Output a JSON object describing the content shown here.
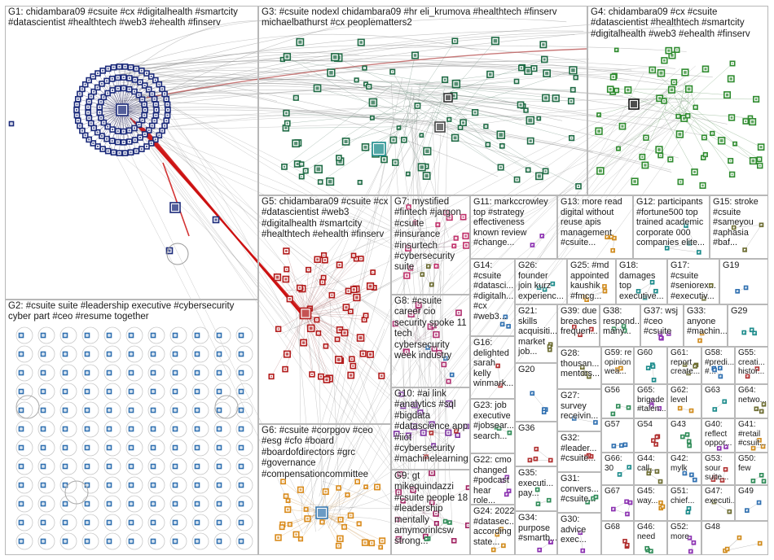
{
  "diagram_title": "",
  "groups": [
    {
      "id": "G1",
      "label": "G1: chidambara09 #csuite #cx #digitalhealth #smartcity\n#datascientist #healthtech #web3 #ehealth #finserv"
    },
    {
      "id": "G2",
      "label": "G2: #csuite suite #leadership executive #cybersecurity\ncyber part #ceo #resume together"
    },
    {
      "id": "G3",
      "label": "G3: #csuite nodexl chidambara09 #hr eli_krumova #healthtech #finserv\nmichaelbathurst #cx peoplematters2"
    },
    {
      "id": "G4",
      "label": "G4: chidambara09 #cx #csuite\n#datascientist #healthtech #smartcity\n#digitalhealth #web3 #ehealth #finserv"
    },
    {
      "id": "G5",
      "label": "G5: chidambara09 #csuite #cx\n#datascientist #web3\n#digitalhealth #smartcity\n#healthtech #ehealth #finserv"
    },
    {
      "id": "G6",
      "label": "G6: #csuite #corpgov #ceo\n#esg #cfo #board\n#boardofdirectors #grc\n#governance\n#compensationcommittee"
    },
    {
      "id": "G7",
      "label": "G7: mystified\n#fintech #jargon\n#csuite\n#insurance\n#insurtech\n#cybersecurity\nsuite"
    },
    {
      "id": "G8",
      "label": "G8: #csuite\ncareer cio\nsecurity spoke 11\ntech\ncybersecurity\nweek industry"
    },
    {
      "id": "G9",
      "label": "G9: gt\nmikequindazzi\n#csuite people 18\n#leadership\nmentally\namymorinlcsw\nstrong..."
    },
    {
      "id": "G10",
      "label": "G10: #ai link\n#analytics #sql\n#bigdata\n#datascience app\n#iiot\n#cybersecurity\n#machinelearning"
    },
    {
      "id": "G11",
      "label": "G11: markccrowley\ntop #strategy\neffectiveness\nknown review\n#change..."
    },
    {
      "id": "G12",
      "label": "G12: participants\n#fortune500 top\ntrained academic\ncorporate 000\ncompanies elite..."
    },
    {
      "id": "G13",
      "label": "G13: more read\ndigital without\nreuse apis\nmanagement\n#csuite..."
    },
    {
      "id": "G14",
      "label": "G14:\n#csuite\n#datasci...\n#digitalh...\n#cx\n#web3..."
    },
    {
      "id": "G15",
      "label": "G15: stroke\n#csuite\n#sameyou\n#aphasia\n#baf..."
    },
    {
      "id": "G16",
      "label": "G16:\ndelighted\nsarah\nkelly\nwinmark..."
    },
    {
      "id": "G17",
      "label": "G17:\n#csuite\n#seniorex...\n#executiv..."
    },
    {
      "id": "G18",
      "label": "G18:\ndamages\ntop\nexecutive..."
    },
    {
      "id": "G19",
      "label": "G19"
    },
    {
      "id": "G20",
      "label": "G20"
    },
    {
      "id": "G21",
      "label": "G21:\nskills\nacquisiti...\nmarket\njob..."
    },
    {
      "id": "G22",
      "label": "G22: cmo\nchanged\n#podcast\nhear role..."
    },
    {
      "id": "G23",
      "label": "G23: job\nexecutive\n#jobsear...\nsearch..."
    },
    {
      "id": "G24",
      "label": "G24: 2022\n#datasec...\naccording\nstate..."
    },
    {
      "id": "G25",
      "label": "G25: #md\nappointed\nkaushik\n#fmcg..."
    },
    {
      "id": "G26",
      "label": "G26:\nfounder\njoin kurz\nexperienc..."
    },
    {
      "id": "G27",
      "label": "G27:\nsurvey\nreceivin..."
    },
    {
      "id": "G28",
      "label": "G28:\nthousan...\nmentors..."
    },
    {
      "id": "G29",
      "label": "G29"
    },
    {
      "id": "G30",
      "label": "G30:\nadvice\nexec..."
    },
    {
      "id": "G31",
      "label": "G31:\nconvers...\n#csuite..."
    },
    {
      "id": "G32",
      "label": "G32:\n#leader...\n#csuite..."
    },
    {
      "id": "G33",
      "label": "G33:\nanyone\n#machin..."
    },
    {
      "id": "G34",
      "label": "G34:\npurpose\n#smartb..."
    },
    {
      "id": "G35",
      "label": "G35:\nexecuti...\npay..."
    },
    {
      "id": "G36",
      "label": "G36"
    },
    {
      "id": "G37",
      "label": "G37: wsj\n#ceo\n#csuite"
    },
    {
      "id": "G38",
      "label": "G38:\nrespond...\nmany..."
    },
    {
      "id": "G39",
      "label": "G39: due\nbreaches\nfrequen..."
    },
    {
      "id": "G40",
      "label": "G40:\nreflect\noppor..."
    },
    {
      "id": "G41",
      "label": "G41:\n#retail\n#csuit..."
    },
    {
      "id": "G42",
      "label": "G42:\nmylk"
    },
    {
      "id": "G43",
      "label": "G43"
    },
    {
      "id": "G44",
      "label": "G44:\ncall..."
    },
    {
      "id": "G45",
      "label": "G45:\nway..."
    },
    {
      "id": "G46",
      "label": "G46:\nneed"
    },
    {
      "id": "G47",
      "label": "G47:\nexecuti..."
    },
    {
      "id": "G48",
      "label": "G48"
    },
    {
      "id": "G49",
      "label": "G49"
    },
    {
      "id": "G50",
      "label": "G50:\nfew"
    },
    {
      "id": "G51",
      "label": "G51:\nchief..."
    },
    {
      "id": "G52",
      "label": "G52:\nmore"
    },
    {
      "id": "G53",
      "label": "G53:\nsour\nsuite..."
    },
    {
      "id": "G54",
      "label": "G54"
    },
    {
      "id": "G55",
      "label": "G55:\ncreati...\nhistor..."
    },
    {
      "id": "G56",
      "label": "G56"
    },
    {
      "id": "G57",
      "label": "G57"
    },
    {
      "id": "G58",
      "label": "G58:\n#predi...\n#..."
    },
    {
      "id": "G59",
      "label": "G59: re\nopinion\nwea..."
    },
    {
      "id": "G60",
      "label": "G60"
    },
    {
      "id": "G61",
      "label": "G61:\nreport\ncreate..."
    },
    {
      "id": "G62",
      "label": "G62:\nlevel"
    },
    {
      "id": "G63",
      "label": "G63"
    },
    {
      "id": "G64",
      "label": "G64:\nnetwo..."
    },
    {
      "id": "G65",
      "label": "G65:\nbrigade\n#talen..."
    },
    {
      "id": "G66",
      "label": "G66:\n30"
    },
    {
      "id": "G67",
      "label": "G67"
    },
    {
      "id": "G68",
      "label": "G68"
    }
  ],
  "colors": {
    "panel_border": "#b8b8b8",
    "edge_gray": "#8a8a8a",
    "edge_red": "#cc1111",
    "g1_nodes": "#1b2a7a",
    "g2_nodes": "#2f6fb0",
    "g3_nodes": "#1f6b45",
    "g4_nodes": "#2e8b2e",
    "g5_nodes": "#b21a1a",
    "g6_nodes": "#d98a1a",
    "g7_nodes": "#c0306a",
    "g10_nodes": "#7a2fa0"
  }
}
